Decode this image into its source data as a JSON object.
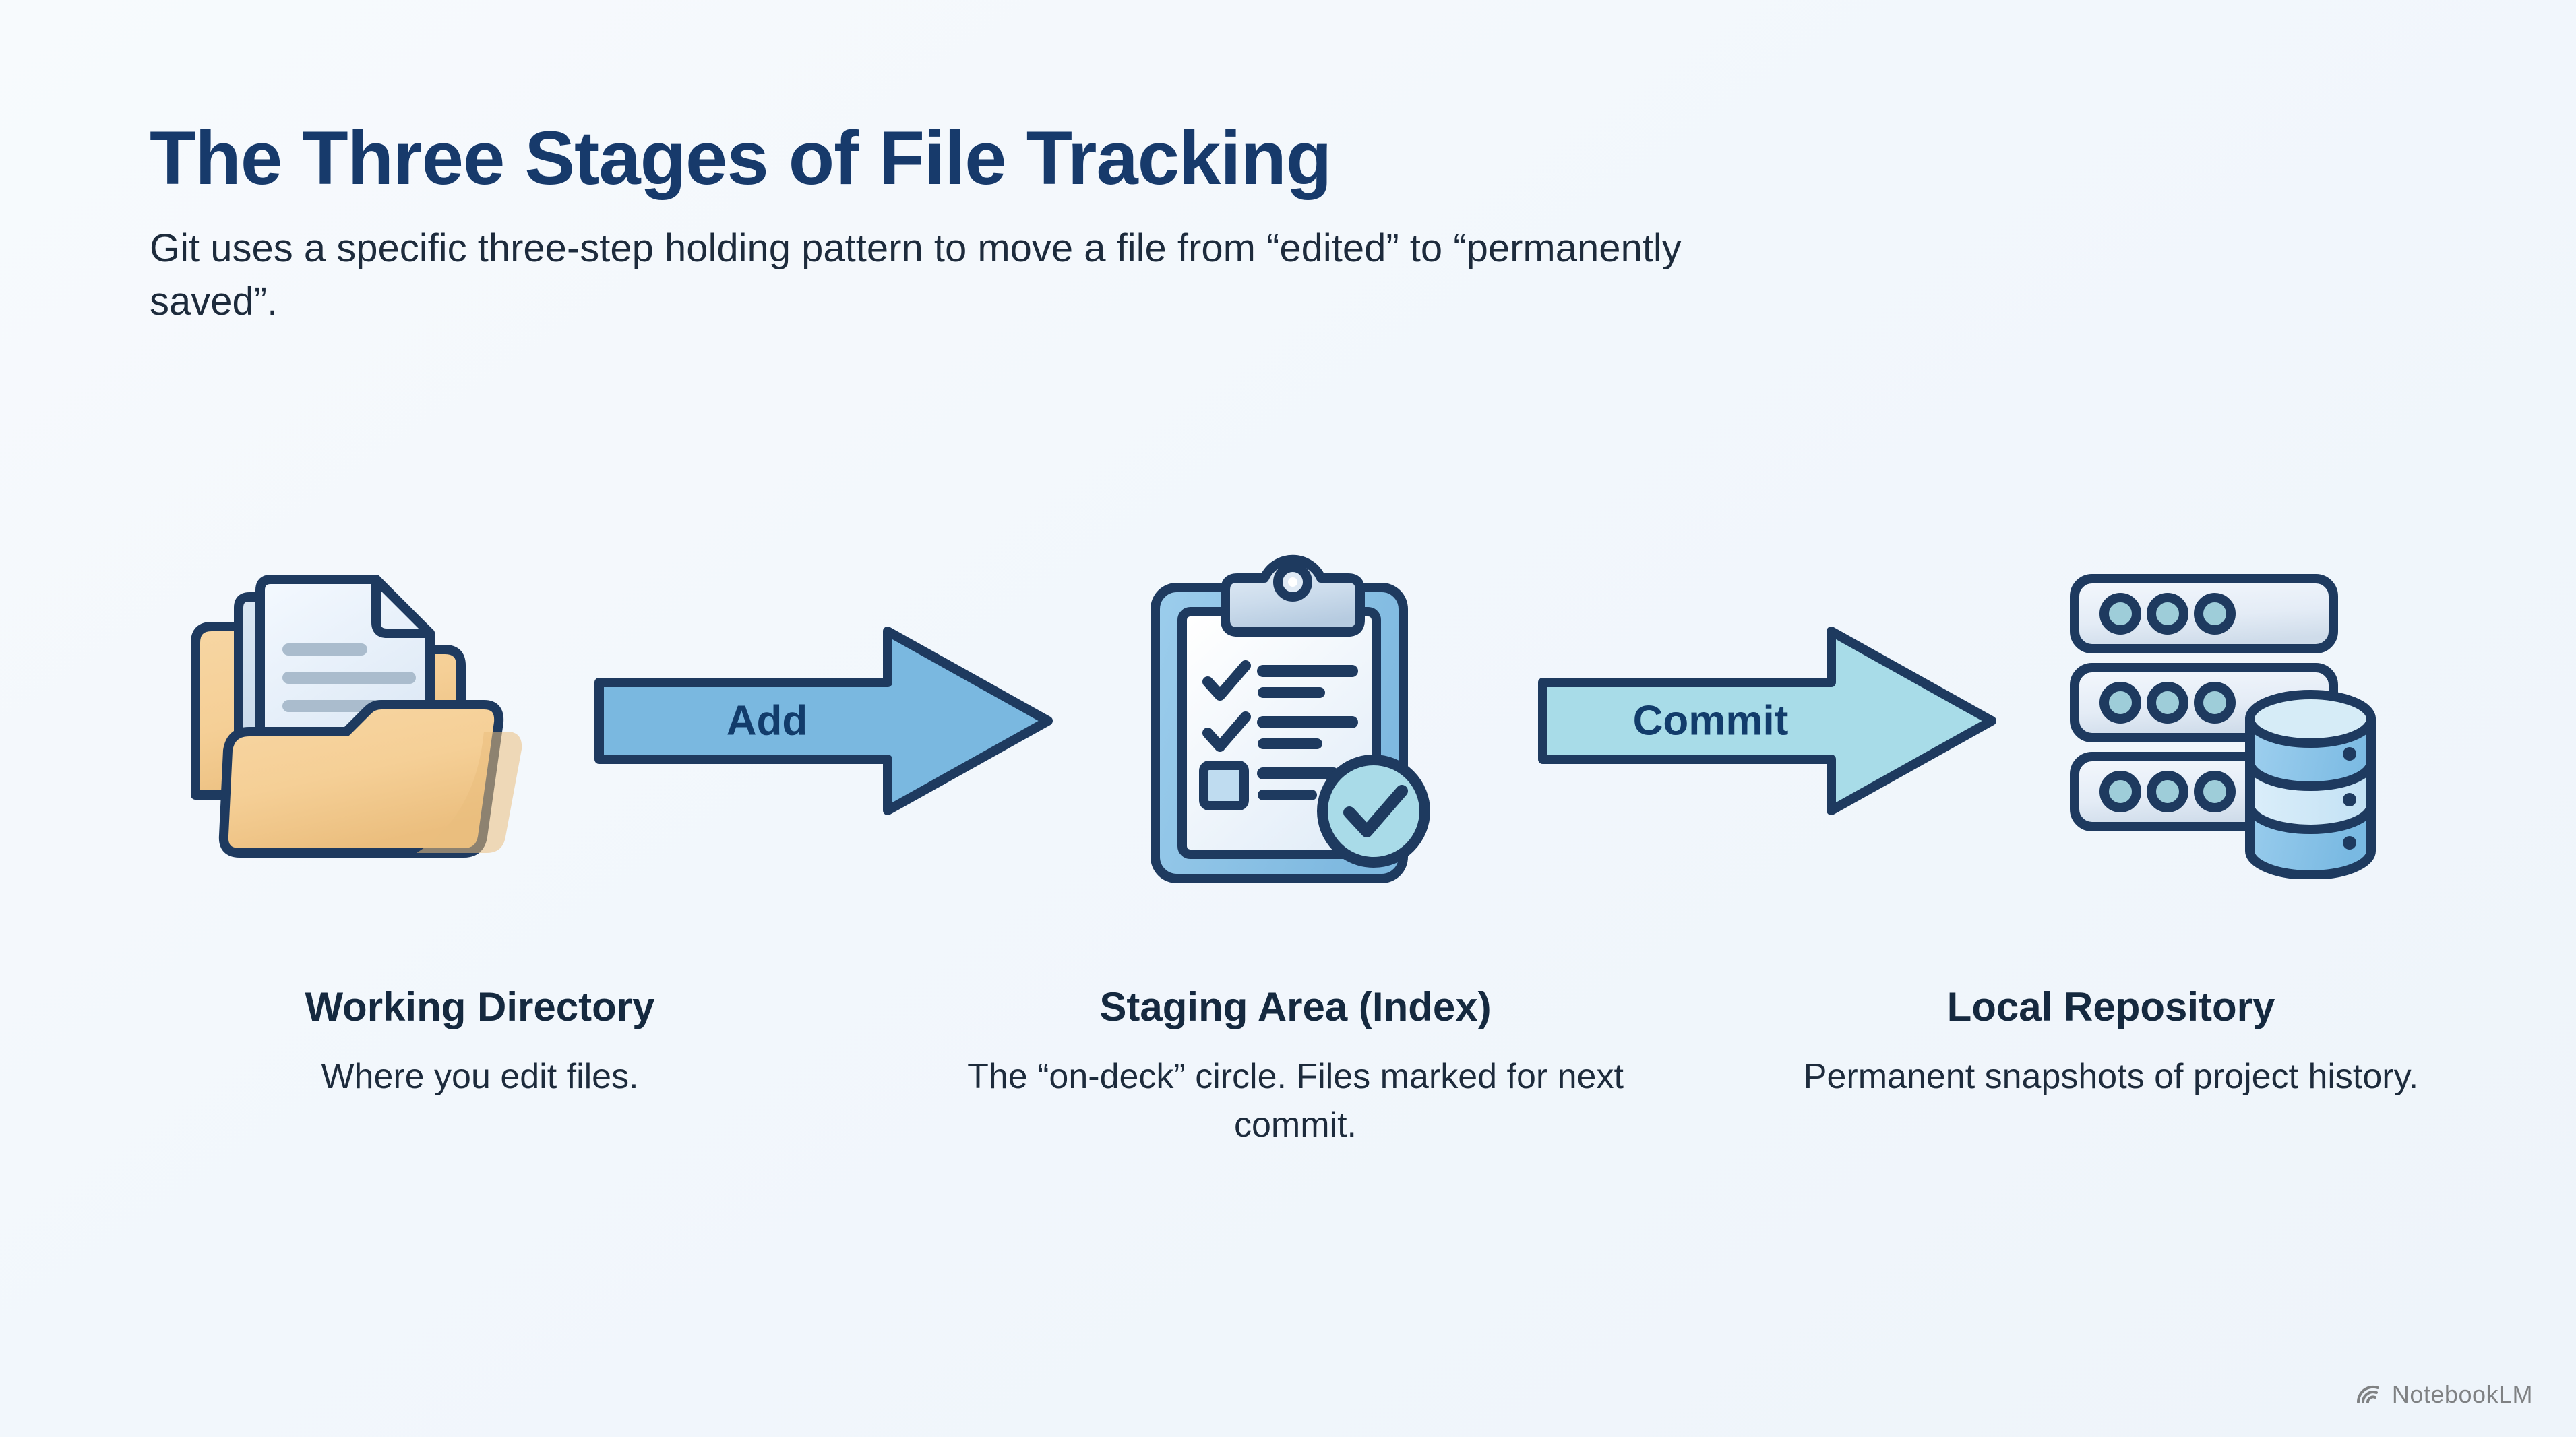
{
  "page": {
    "title": "The Three Stages of File Tracking",
    "subtitle": "Git uses a specific three-step holding pattern to move a file from “edited” to “permanently saved”."
  },
  "colors": {
    "background": "#f4f8fc",
    "title_navy": "#173a6b",
    "body_text": "#1d2b3c",
    "outline_navy": "#1e3a5f",
    "folder_tan": "#f5cf96",
    "folder_tan_dark": "#e9bd7d",
    "paper_white": "#eef4fb",
    "paper_line_gray": "#aabccd",
    "arrow_add_blue": "#7ab8e0",
    "arrow_commit_cyan": "#a8dce8",
    "clipboard_frame_blue": "#8cc3e8",
    "badge_cyan": "#a9dbe8",
    "server_body": "#e8eff7",
    "server_led": "#9ecdd9",
    "db_blue": "#8fc8e8",
    "db_top": "#d6ecf7"
  },
  "stages": [
    {
      "id": "working-directory",
      "icon": "folder-with-document-icon",
      "title": "Working Directory",
      "description": "Where you edit files."
    },
    {
      "id": "staging-area",
      "icon": "clipboard-checklist-icon",
      "title": "Staging Area (Index)",
      "description": "The “on-deck” circle. Files marked for next commit."
    },
    {
      "id": "local-repository",
      "icon": "server-database-icon",
      "title": "Local Repository",
      "description": "Permanent snapshots of project history."
    }
  ],
  "arrows": [
    {
      "id": "add-arrow",
      "label": "Add",
      "fill": "#7ab8e0"
    },
    {
      "id": "commit-arrow",
      "label": "Commit",
      "fill": "#a8dce8"
    }
  ],
  "watermark": {
    "label": "NotebookLM",
    "icon": "notebooklm-spiral-icon"
  }
}
